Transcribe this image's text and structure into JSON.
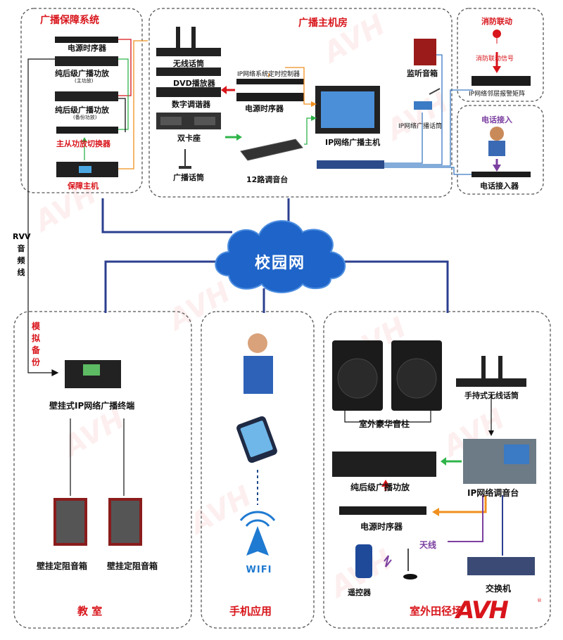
{
  "zones": {
    "guarantee": "广播保障系统",
    "host_room": "广播主机房",
    "classroom": "教  室",
    "mobile": "手机应用",
    "outdoor": "室外田径场"
  },
  "cloud": "校园网",
  "guarantee": {
    "power_sequencer": "电源时序器",
    "amp_main": "纯后级广播功放",
    "amp_main_sub": "(主功放)",
    "amp_backup": "纯后级广播功放",
    "amp_backup_sub": "(备份功放)",
    "switcher": "主从功放切换器",
    "guard_host": "保障主机"
  },
  "rvv": [
    "RVV",
    "音",
    "频",
    "线"
  ],
  "analog_backup": [
    "模",
    "拟",
    "备",
    "份"
  ],
  "host_room": {
    "wireless_mic": "无线话筒",
    "dvd": "DVD播放器",
    "digital_tuner": "数字调谐器",
    "cassette": "双卡座",
    "paging_mic": "广播话筒",
    "timer_controller": "IP网络系统定时控制器",
    "power_sequencer": "电源时序器",
    "mixer12": "12路调音台",
    "ip_host": "IP网络广播主机",
    "monitor_speaker": "监听音箱",
    "ip_paging_mic": "IP网络广播话筒"
  },
  "fire": {
    "title": "消防联动",
    "signal": "消防联动信号",
    "matrix": "IP网络邻层报警矩阵"
  },
  "phone": {
    "title": "电话接入",
    "device": "电话接入器"
  },
  "classroom": {
    "terminal": "壁挂式IP网络广播终端",
    "speaker_left": "壁挂定阻音箱",
    "speaker_right": "壁挂定阻音箱"
  },
  "mobile": {
    "wifi": "WIFI"
  },
  "outdoor": {
    "column_speaker": "室外豪华音柱",
    "handheld_mic": "手持式无线话筒",
    "amp": "纯后级广播功放",
    "ip_mixer": "IP网络调音台",
    "power_sequencer": "电源时序器",
    "antenna": "天线",
    "remote": "遥控器",
    "switch": "交换机"
  },
  "brand": "AVH",
  "brand_mark": "®",
  "colors": {
    "red": "#d8151b",
    "orange": "#f0901e",
    "green": "#2fb44a",
    "purple": "#7b3fa0",
    "navy": "#2b3f8f",
    "cloud": "#1f64c8"
  }
}
